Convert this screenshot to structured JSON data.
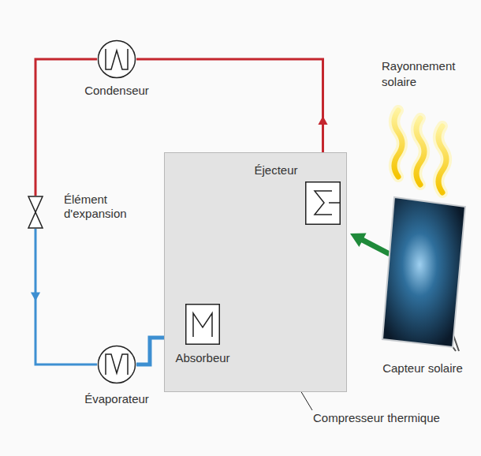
{
  "diagram": {
    "nodes": [
      {
        "text": [
          "Condenseur"
        ]
      },
      {
        "text": [
          "Élément d'expansion"
        ]
      },
      {
        "text": [
          "Évaporateur"
        ]
      },
      {
        "text": [
          "Compresseur thermique"
        ]
      },
      {
        "text": [
          "Éjecteur"
        ],
        "in": 3
      },
      {
        "text": [
          "Absorbeur"
        ],
        "in": 3
      },
      {
        "text": [
          "Capteur solaire"
        ]
      }
    ],
    "edges": [
      {
        "from": 4,
        "to": 0,
        "arrow": "to"
      },
      {
        "from": 0,
        "to": 1,
        "arrow": "none"
      },
      {
        "from": 1,
        "to": 2,
        "arrow": "to"
      },
      {
        "from": 2,
        "to": 5,
        "arrow": "none"
      },
      {
        "from": 5,
        "to": 4,
        "arrow": "to"
      },
      {
        "from": 4,
        "to": 5,
        "arrow": "to"
      },
      {
        "from": 6,
        "to": 3,
        "arrow": "to"
      }
    ],
    "labels": [
      "Rayonnement solaire"
    ]
  }
}
